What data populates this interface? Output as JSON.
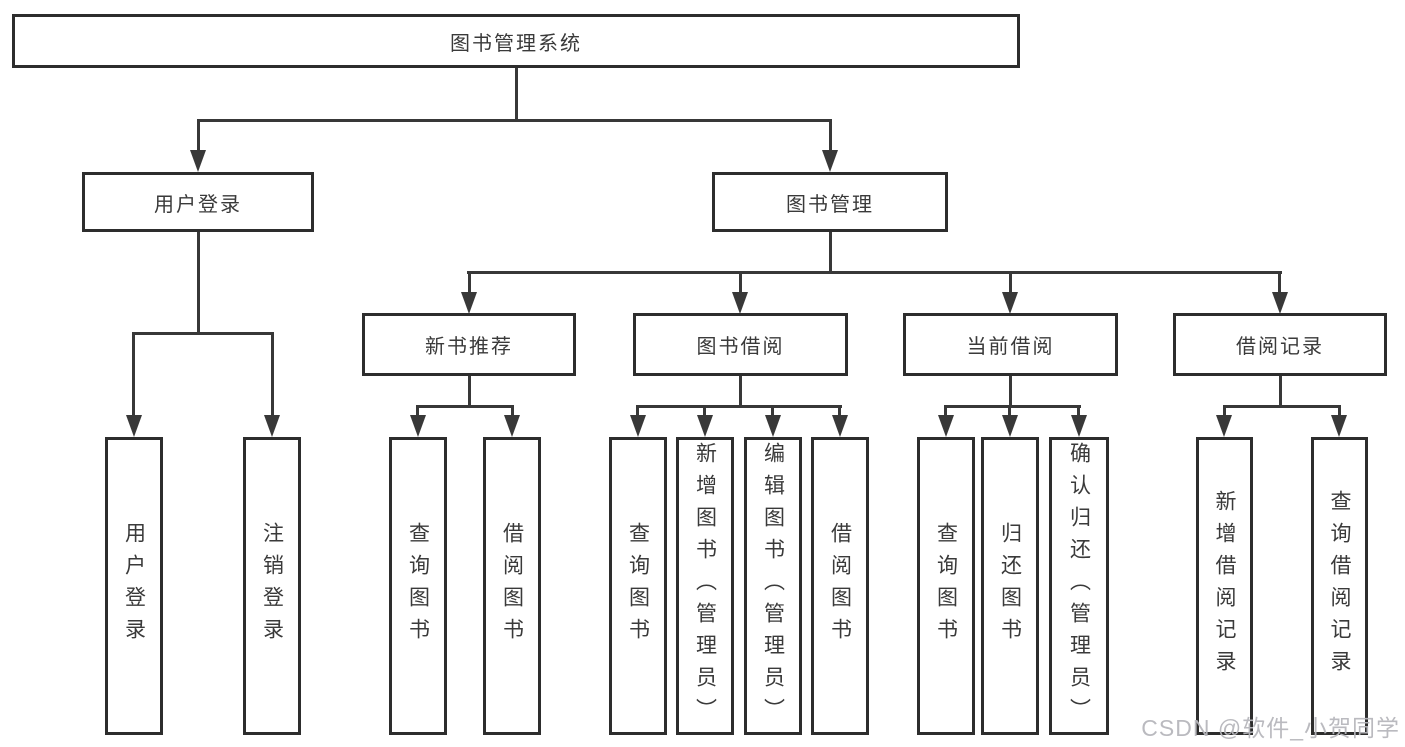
{
  "page": {
    "background": "#ffffff"
  },
  "colors": {
    "line": "#383838",
    "box_border": "#2d2d2d",
    "text": "#3a3a3a",
    "box_fill": "#ffffff",
    "watermark": "#b6b6bc"
  },
  "watermark": {
    "text": "CSDN @软件_小贺同学"
  },
  "hierarchy": {
    "label": "图书管理系统",
    "children": [
      {
        "label": "用户登录",
        "children": [
          {
            "label": "用户登录"
          },
          {
            "label": "注销登录"
          }
        ]
      },
      {
        "label": "图书管理",
        "children": [
          {
            "label": "新书推荐",
            "children": [
              {
                "label": "查询图书"
              },
              {
                "label": "借阅图书"
              }
            ]
          },
          {
            "label": "图书借阅",
            "children": [
              {
                "label": "查询图书"
              },
              {
                "label": "新增图书（管理员）"
              },
              {
                "label": "编辑图书（管理员）"
              },
              {
                "label": "借阅图书"
              }
            ]
          },
          {
            "label": "当前借阅",
            "children": [
              {
                "label": "查询图书"
              },
              {
                "label": "归还图书"
              },
              {
                "label": "确认归还（管理员）"
              }
            ]
          },
          {
            "label": "借阅记录",
            "children": [
              {
                "label": "新增借阅记录"
              },
              {
                "label": "查询借阅记录"
              }
            ]
          }
        ]
      }
    ]
  }
}
